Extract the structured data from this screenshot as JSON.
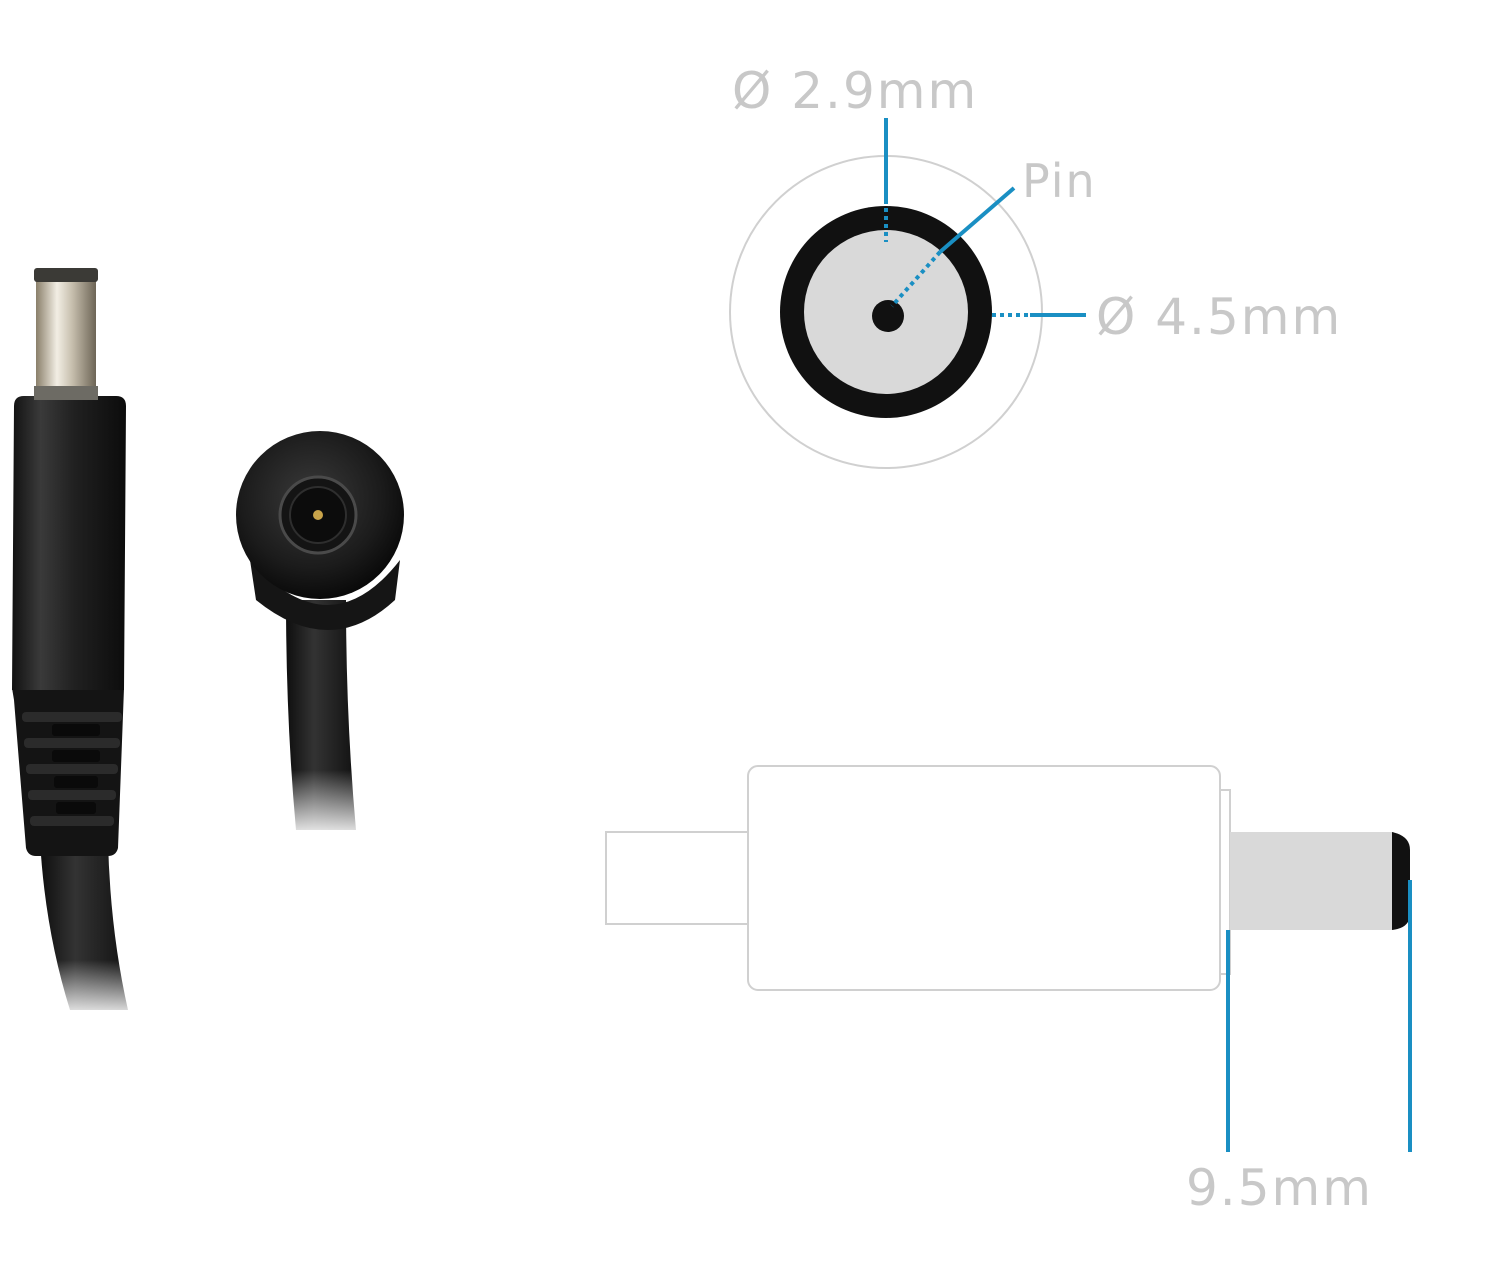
{
  "labels": {
    "inner_diameter": "Ø 2.9mm",
    "pin": "Pin",
    "outer_diameter": "Ø 4.5mm",
    "tip_length": "9.5mm"
  },
  "colors": {
    "accent": "#1a8fc3",
    "label": "#c8c8c8",
    "ring": "#111111",
    "fill": "#d9d9d9",
    "outline": "#d0d0d0"
  }
}
